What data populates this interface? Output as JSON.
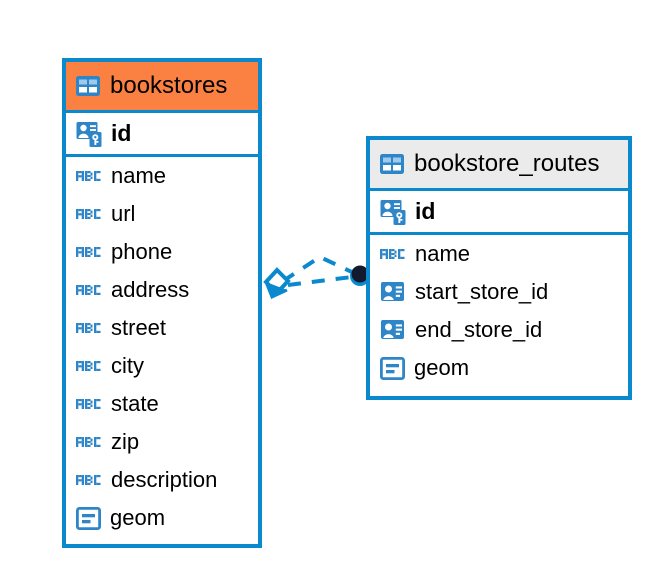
{
  "diagram": {
    "type": "entity-relationship-diagram",
    "background": "#ffffff",
    "accent_color": "#0a89ce",
    "highlight_color": "#fa8142",
    "neutral_header_color": "#ebebeb"
  },
  "entities": [
    {
      "id": "bookstores",
      "title": "bookstores",
      "header_style": "accent",
      "header_icon": "table-grid-icon",
      "primary_key": {
        "name": "id",
        "icon": "primary-key-icon"
      },
      "fields": [
        {
          "name": "name",
          "icon": "abc-text-icon"
        },
        {
          "name": "url",
          "icon": "abc-text-icon"
        },
        {
          "name": "phone",
          "icon": "abc-text-icon"
        },
        {
          "name": "address",
          "icon": "abc-text-icon"
        },
        {
          "name": "street",
          "icon": "abc-text-icon"
        },
        {
          "name": "city",
          "icon": "abc-text-icon"
        },
        {
          "name": "state",
          "icon": "abc-text-icon"
        },
        {
          "name": "zip",
          "icon": "abc-text-icon"
        },
        {
          "name": "description",
          "icon": "abc-text-icon"
        },
        {
          "name": "geom",
          "icon": "geometry-icon"
        }
      ]
    },
    {
      "id": "bookstore_routes",
      "title": "bookstore_routes",
      "header_style": "neutral",
      "header_icon": "table-grid-icon",
      "primary_key": {
        "name": "id",
        "icon": "primary-key-icon"
      },
      "fields": [
        {
          "name": "name",
          "icon": "abc-text-icon"
        },
        {
          "name": "start_store_id",
          "icon": "foreign-key-icon"
        },
        {
          "name": "end_store_id",
          "icon": "foreign-key-icon"
        },
        {
          "name": "geom",
          "icon": "geometry-icon"
        }
      ]
    }
  ],
  "relationship": {
    "from_entity": "bookstores",
    "to_entity": "bookstore_routes",
    "line_style": "dashed",
    "line_color": "#0a89ce",
    "source_marker": "diamond-marker",
    "target_marker": "filled-circle-marker",
    "target_marker_color": "#121a2e",
    "branch_count": 2
  }
}
